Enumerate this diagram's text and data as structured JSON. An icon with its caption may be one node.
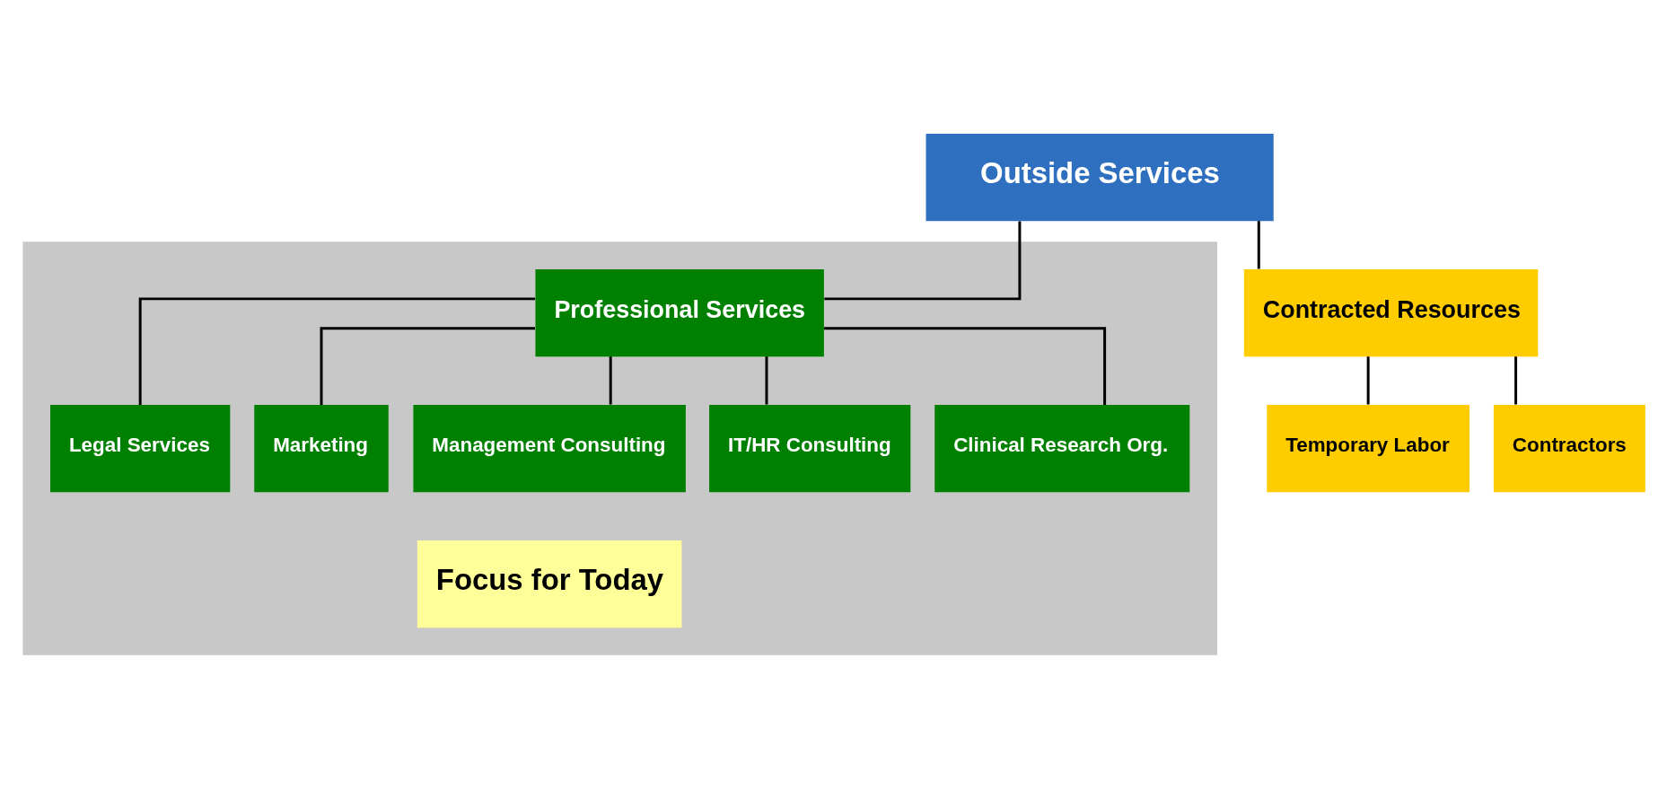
{
  "diagram": {
    "nodes": [
      {
        "text": [
          "Outside Services"
        ]
      },
      {
        "text": [
          "Contracted Resources"
        ]
      },
      {
        "text": [],
        "shape": "box"
      },
      {
        "text": [
          "Professional Services"
        ],
        "in": 2
      },
      {
        "text": [
          "Temporary Labor"
        ]
      },
      {
        "text": [
          "Contractors"
        ]
      },
      {
        "text": [
          "Legal Services"
        ],
        "in": 2
      },
      {
        "text": [
          "Marketing"
        ],
        "in": 2
      },
      {
        "text": [
          "Management Consulting"
        ],
        "in": 2
      },
      {
        "text": [
          "IT/HR Consulting"
        ],
        "in": 2
      },
      {
        "text": [
          "Clinical Research Org."
        ],
        "in": 2
      },
      {
        "text": [
          "Focus for Today"
        ],
        "in": 2
      }
    ],
    "edges": [
      {
        "from": 0,
        "to": 1,
        "arrow": "none"
      },
      {
        "from": 0,
        "to": 3,
        "arrow": "none"
      },
      {
        "from": 1,
        "to": 4,
        "arrow": "none"
      },
      {
        "from": 1,
        "to": 5,
        "arrow": "none"
      },
      {
        "from": 3,
        "to": 6,
        "arrow": "none"
      },
      {
        "from": 3,
        "to": 7,
        "arrow": "none"
      },
      {
        "from": 3,
        "to": 8,
        "arrow": "none"
      },
      {
        "from": 3,
        "to": 9,
        "arrow": "none"
      },
      {
        "from": 3,
        "to": 10,
        "arrow": "none"
      }
    ]
  }
}
